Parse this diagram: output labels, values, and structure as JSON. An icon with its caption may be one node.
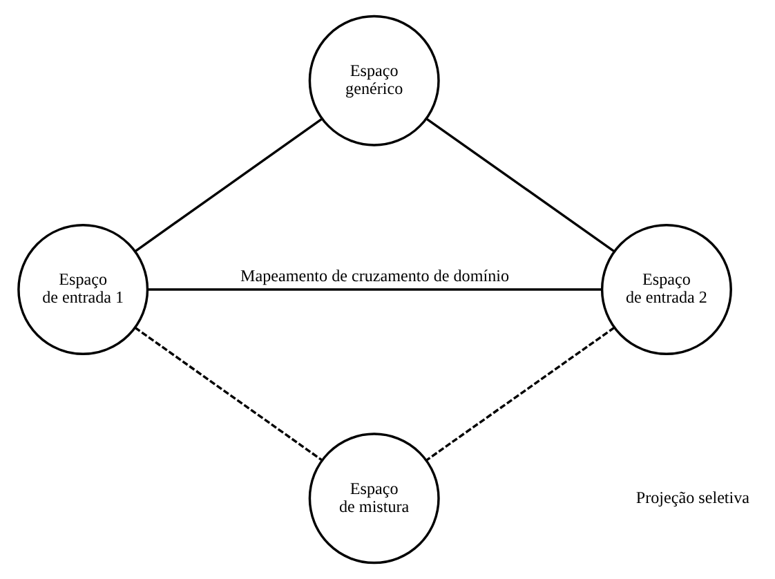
{
  "diagram": {
    "nodes": [
      {
        "text": [
          "Espaço genérico"
        ]
      },
      {
        "text": [
          "Espaço de entrada 1"
        ]
      },
      {
        "text": [
          "Espaço de entrada 2"
        ]
      },
      {
        "text": [
          "Espaço de mistura"
        ]
      }
    ],
    "edges": [
      {
        "from": 0,
        "to": 1,
        "arrow": "none"
      },
      {
        "from": 0,
        "to": 2,
        "arrow": "none"
      },
      {
        "from": 1,
        "to": 2,
        "arrow": "none",
        "label": "Mapeamento de cruzamento de domínio"
      },
      {
        "from": 1,
        "to": 3,
        "arrow": "none",
        "style": "dashed"
      },
      {
        "from": 2,
        "to": 3,
        "arrow": "none",
        "style": "dashed"
      }
    ],
    "labels": [
      "Projeção seletiva"
    ]
  }
}
